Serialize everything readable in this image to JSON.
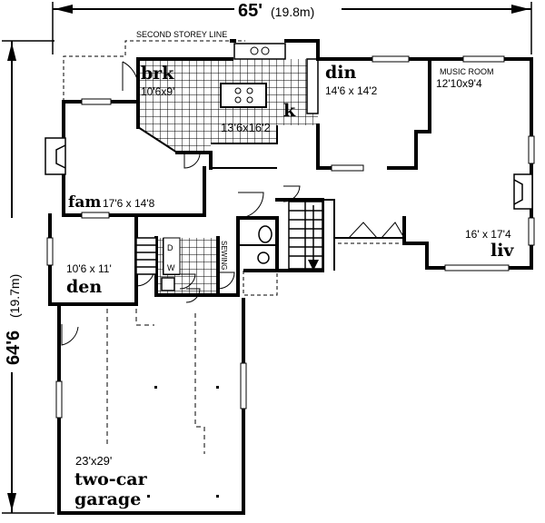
{
  "dimensions": {
    "width_main": "65'",
    "width_metric": "(19.8m)",
    "depth_main": "64'6",
    "depth_metric": "(19.7m)"
  },
  "notes": {
    "second_storey_line": "SECOND STOREY LINE",
    "sewing": "SEWING"
  },
  "fixtures": {
    "d": "D",
    "w": "W"
  },
  "rooms": {
    "brk": {
      "name": "brk",
      "size": "10'6x9'"
    },
    "k": {
      "name": "k",
      "size": "13'6x16'2"
    },
    "din": {
      "name": "din",
      "size": "14'6 x 14'2"
    },
    "music": {
      "name": "MUSIC ROOM",
      "size": "12'10x9'4"
    },
    "fam": {
      "name": "fam",
      "size": "17'6 x 14'8"
    },
    "den": {
      "name": "den",
      "size": "10'6 x 11'"
    },
    "liv": {
      "name": "liv",
      "size": "16' x 17'4"
    },
    "garage": {
      "size": "23'x29'",
      "name_line1": "two-car",
      "name_line2": "garage"
    }
  },
  "colors": {
    "ink": "#000000",
    "paper": "#ffffff"
  }
}
